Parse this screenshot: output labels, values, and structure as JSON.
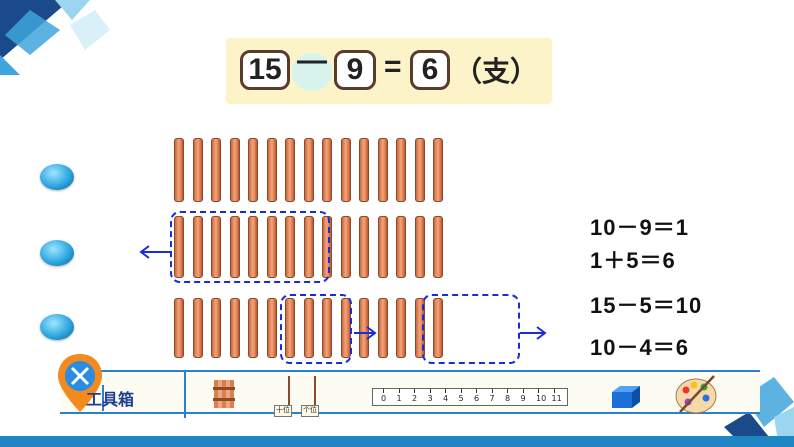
{
  "equation": {
    "minuend": "15",
    "operator": "—",
    "subtrahend": "9",
    "equals": "=",
    "result": "6",
    "unit": "（支）"
  },
  "expressions": [
    "10－9＝1",
    "1＋5＝6",
    "15－5＝10",
    "10－4＝6"
  ],
  "toolbox": {
    "title": "工具箱",
    "tens_label": "十位",
    "ones_label": "个位",
    "ruler_numbers": [
      "0",
      "1",
      "2",
      "3",
      "4",
      "5",
      "6",
      "7",
      "8",
      "9",
      "10",
      "11"
    ]
  },
  "icons": {
    "toolbox": "toolbox-icon",
    "bundle": "stick-bundle-icon",
    "abacus": "place-value-abacus-icon",
    "ruler": "ruler-icon",
    "cube": "cube-icon",
    "palette": "palette-icon"
  },
  "colors": {
    "accent": "#1f86c6",
    "dash": "#1a2bd8",
    "stick": "#e8875c"
  }
}
